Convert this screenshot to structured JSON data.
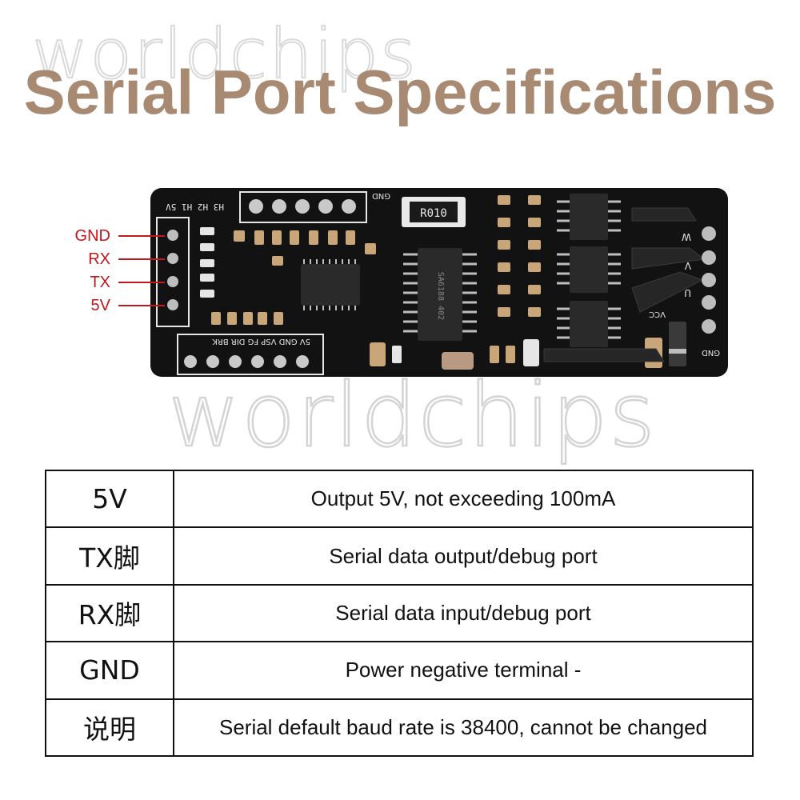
{
  "watermark": "worldchips",
  "title": "Serial Port Specifications",
  "board": {
    "resistor_marking": "R010",
    "header_top_left": "H3 H2 H1 5V",
    "header_top_gnd": "GND",
    "header_bottom": "5V GND VSP FG DIR BRK",
    "phase_labels": [
      "W",
      "V",
      "U"
    ],
    "vcc": "VCC",
    "gnd_right": "GND",
    "chip_main": "SA6188 402"
  },
  "pins": [
    "GND",
    "RX",
    "TX",
    "5V"
  ],
  "pin_color": "#c0181c",
  "title_color": "#a88a72",
  "table": {
    "rows": [
      {
        "pin": "5V",
        "desc": "Output 5V, not exceeding 100mA"
      },
      {
        "pin": "TX脚",
        "desc": "Serial data output/debug port"
      },
      {
        "pin": "RX脚",
        "desc": "Serial data input/debug port"
      },
      {
        "pin": "GND",
        "desc": "Power negative terminal -"
      },
      {
        "pin": "说明",
        "desc": "Serial default baud rate is 38400, cannot be changed"
      }
    ]
  }
}
